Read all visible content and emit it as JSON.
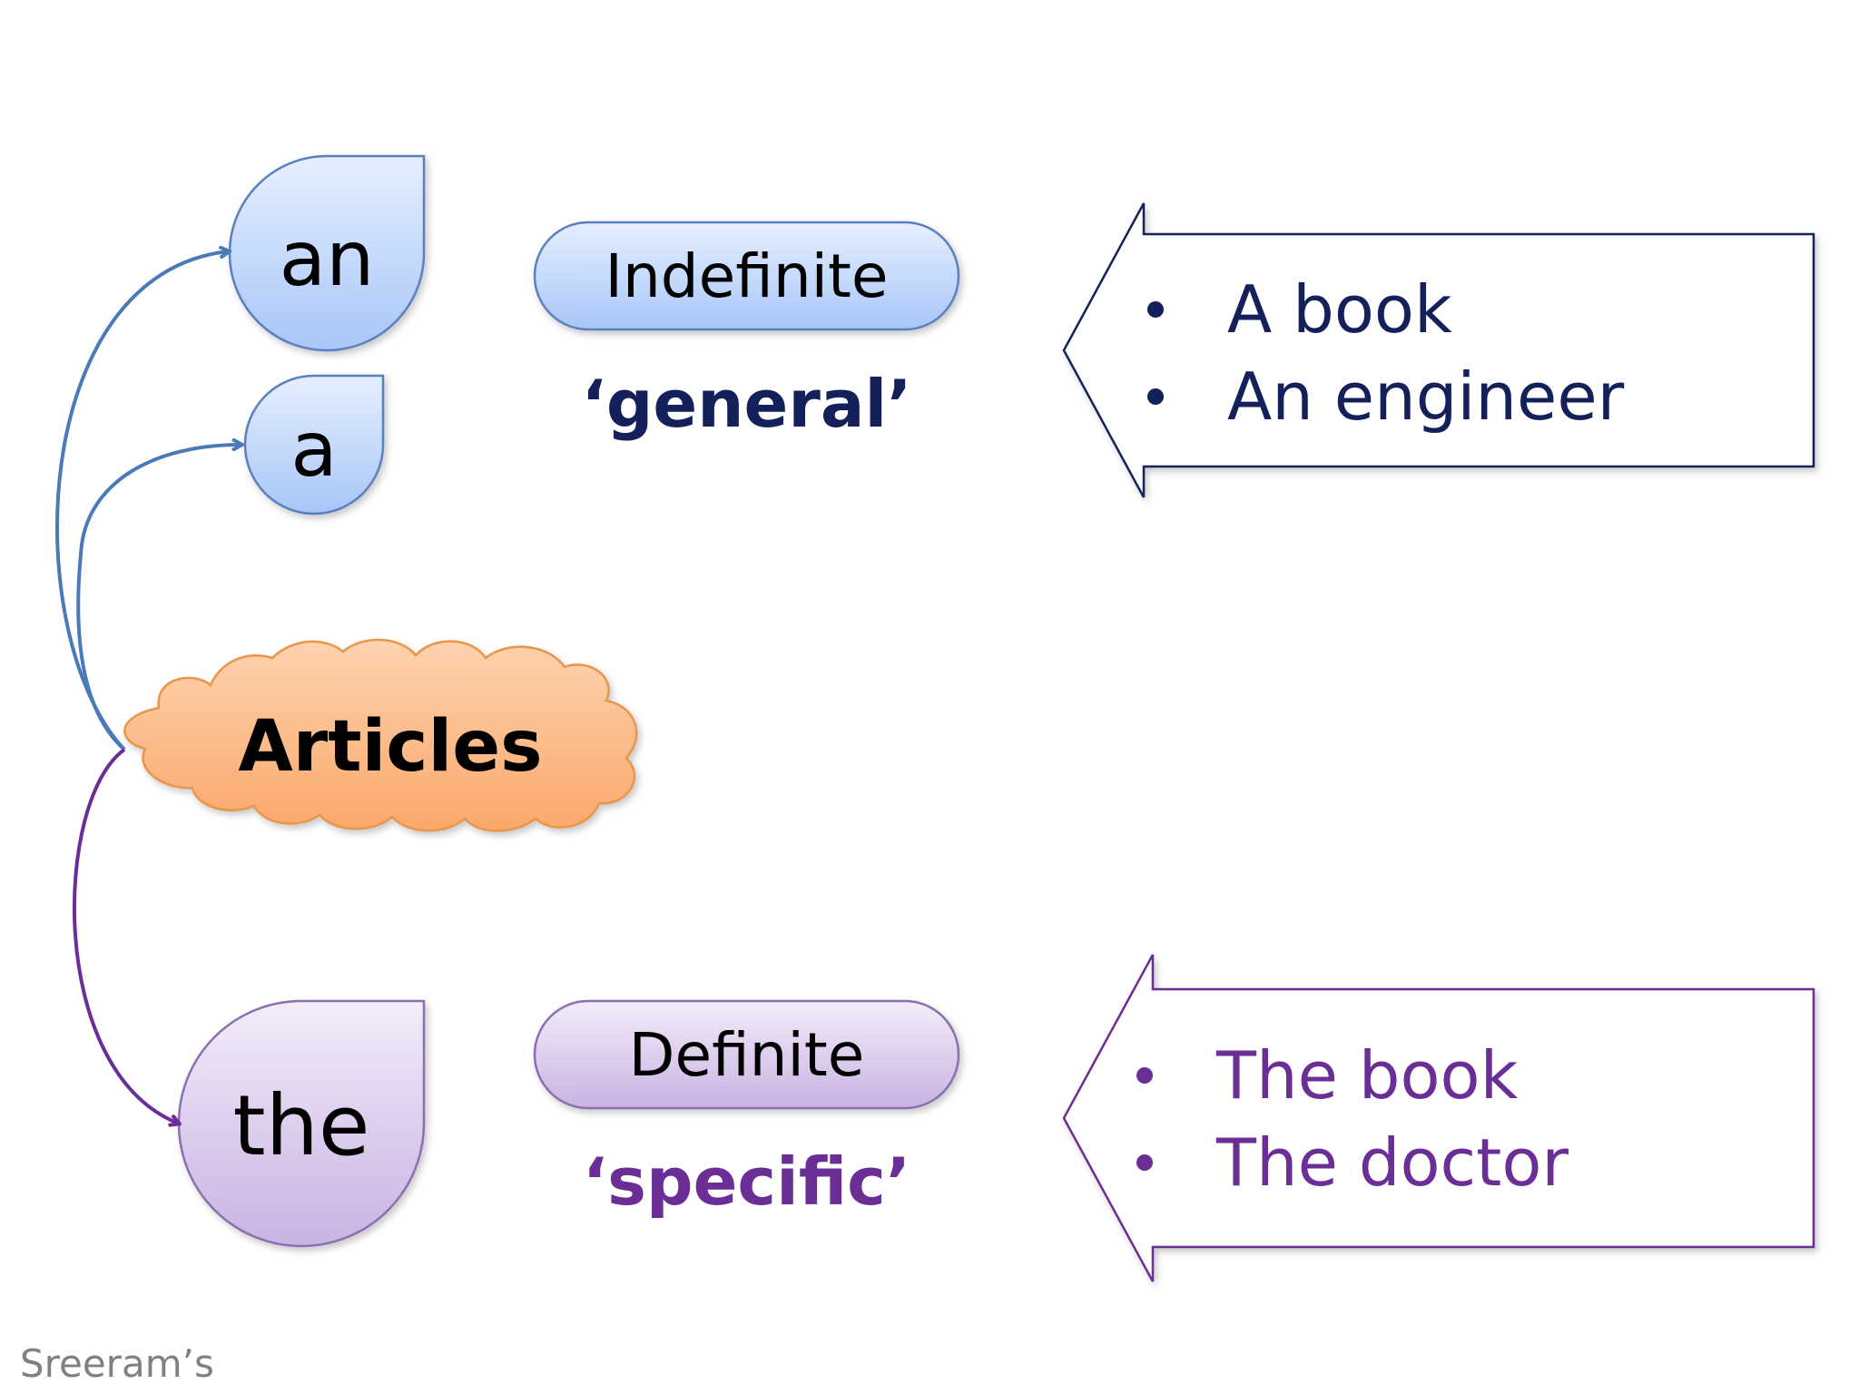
{
  "articles": {
    "an": "an",
    "a": "a",
    "the": "the"
  },
  "center": {
    "label": "Articles"
  },
  "indefinite": {
    "label": "Indefinite",
    "meaning": "‘general’",
    "examples": [
      "A book",
      "An engineer"
    ]
  },
  "definite": {
    "label": "Definite",
    "meaning": "‘specific’",
    "examples": [
      "The book",
      "The doctor"
    ]
  },
  "footer": {
    "credit": "Sreeram’s"
  },
  "colors": {
    "indefinite_text": "#14205a",
    "definite_text": "#6b2d96",
    "blue_arrow": "#4a7ab8",
    "purple_arrow": "#6b2d96",
    "cloud_fill": "#fbb57f",
    "cloud_stroke": "#e8964c",
    "blue_shape_stroke": "#5a80c0",
    "purple_shape_stroke": "#8a70b0"
  }
}
